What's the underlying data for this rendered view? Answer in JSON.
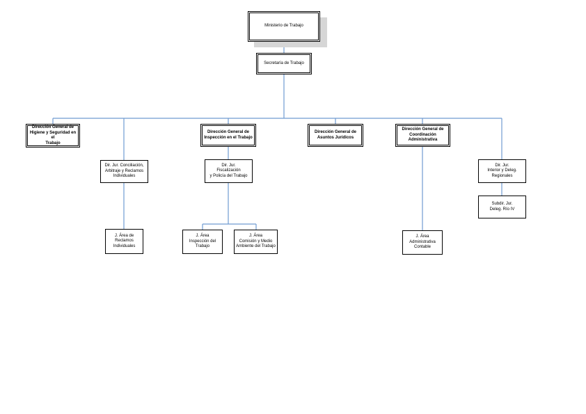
{
  "org_chart": {
    "line_color": "#6f9bd1",
    "shadow_color": "#d6d6d6",
    "ministerio": "Ministerio de Trabajo",
    "secretaria": "Secretaría de Trabajo",
    "dg_higiene": "Dirección General de\nHigiene y Seguridad en el\nTrabajo",
    "dg_inspeccion": "Dirección General de\nInspección en el Trabajo",
    "dg_juridicos": "Dirección General de\nAsuntos Jurídicos",
    "dg_coordinacion": "Dirección General de\nCoordinación Administrativa",
    "dir_conciliacion": "Dir. Jur. Conciliación,\nArbitraje y Reclamos\nIndividuales",
    "dir_fiscalizacion": "Dir. Jur.\nFiscalización\ny Policía del Trabajo",
    "dir_interior": "Dir. Jur.\nInterior y Deleg.\nRegionales",
    "subdir_rio_iv": "Subdir. Jur.\nDeleg. Río IV",
    "ja_reclamos": "J. Área de\nReclamos\nIndividuales",
    "ja_inspeccion": "J. Área\nInspección del\nTrabajo",
    "ja_comision": "J. Área\nComisión y Medio\nAmbiente del Trabajo",
    "ja_administrativa": "J. Área\nAdministrativa\nContable"
  }
}
